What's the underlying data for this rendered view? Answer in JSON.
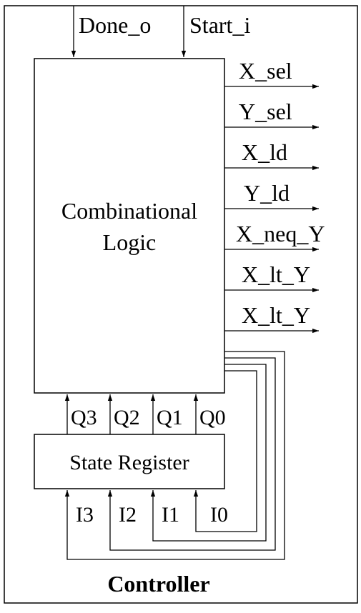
{
  "diagram": {
    "caption": "Controller",
    "logic_block": {
      "line1": "Combinational",
      "line2": "Logic"
    },
    "register_block": {
      "label": "State Register"
    },
    "top_inputs": [
      "Done_o",
      "Start_i"
    ],
    "outputs": [
      "X_sel",
      "Y_sel",
      "X_ld",
      "Y_ld",
      "X_neq_Y",
      "X_lt_Y",
      "X_lt_Y"
    ],
    "state_outputs": [
      "Q3",
      "Q2",
      "Q1",
      "Q0"
    ],
    "next_state_inputs": [
      "I3",
      "I2",
      "I1",
      "I0"
    ]
  }
}
